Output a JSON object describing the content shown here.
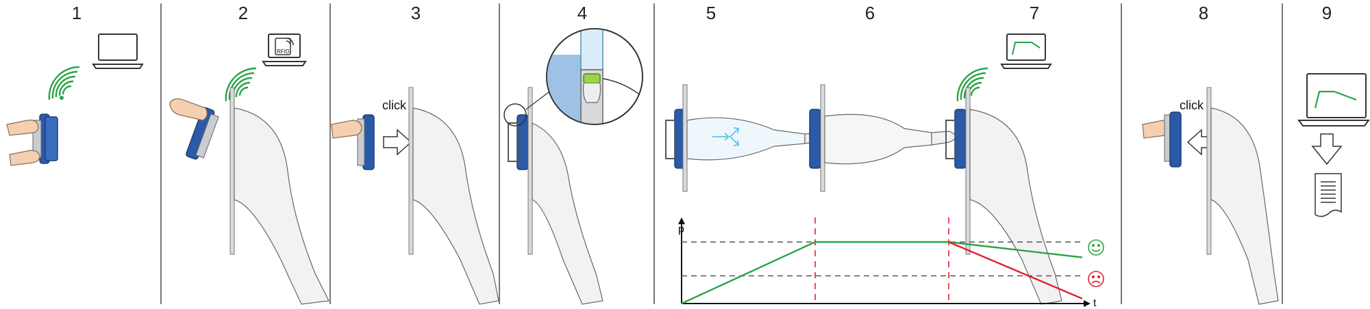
{
  "steps": [
    "1",
    "2",
    "3",
    "4",
    "5",
    "6",
    "7",
    "8",
    "9"
  ],
  "labels": {
    "rfid": "RFID",
    "click_3": "click",
    "click_8": "click",
    "axis_p": "p",
    "axis_t": "t"
  },
  "colors": {
    "green": "#2aa346",
    "red": "#e0202c",
    "blue": "#2a5aa8",
    "light_blue": "#5bc3ea",
    "divider": "#555555"
  },
  "chart_data": {
    "type": "line",
    "xlabel": "t",
    "ylabel": "p",
    "series": [
      {
        "points": [
          [
            0,
            0
          ],
          [
            1,
            1
          ],
          [
            2,
            1
          ],
          [
            3,
            0.75
          ]
        ],
        "color": "#2aa346"
      },
      {
        "points": [
          [
            2,
            1
          ],
          [
            3,
            0.08
          ]
        ],
        "color": "#e0202c"
      }
    ],
    "reference_lines": [
      1,
      0.45
    ],
    "phase_markers": [
      1,
      2
    ],
    "outcomes": [
      "pass",
      "fail"
    ]
  }
}
